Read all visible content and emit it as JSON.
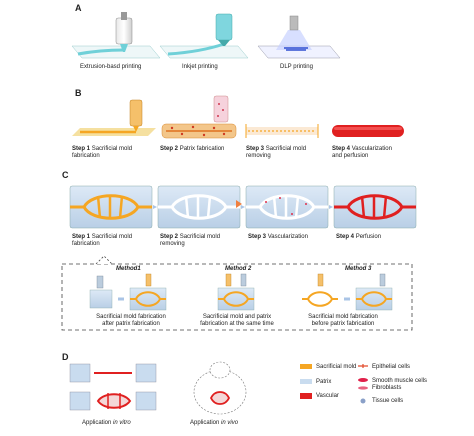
{
  "panels": {
    "a": "A",
    "b": "B",
    "c": "C",
    "d": "D"
  },
  "panel_a": {
    "labels": [
      "Extrusion-basd printing",
      "Inkjet printing",
      "DLP printing"
    ]
  },
  "panel_b": {
    "steps": [
      {
        "step": "Step 1",
        "text1": "Sacrificial mold",
        "text2": "fabrication"
      },
      {
        "step": "Step 2",
        "text1": "Patrix fabrication",
        "text2": ""
      },
      {
        "step": "Step 3",
        "text1": "Sacrificial mold",
        "text2": "removing"
      },
      {
        "step": "Step 4",
        "text1": "Vascularization",
        "text2": "and perfusion"
      }
    ]
  },
  "panel_c": {
    "steps": [
      {
        "step": "Step 1",
        "text1": "Sacrificial mold",
        "text2": "fabrication"
      },
      {
        "step": "Step 2",
        "text1": "Sacrificial mold",
        "text2": "removing"
      },
      {
        "step": "Step 3",
        "text1": "Vascularization",
        "text2": ""
      },
      {
        "step": "Step 4",
        "text1": "Perfusion",
        "text2": ""
      }
    ],
    "methods": [
      {
        "title": "Method1",
        "line1": "Sacrificial mold fabrication",
        "line2": "after patrix fabrication"
      },
      {
        "title": "Method 2",
        "line1": "Sacrificial mold and patrix",
        "line2": "fabrication at the same time"
      },
      {
        "title": "Method 3",
        "line1": "Sacrificial mold fabrication",
        "line2": "before patrix fabrication"
      }
    ]
  },
  "panel_d": {
    "app_vitro_prefix": "Application ",
    "app_vitro_italic": "in vitro",
    "app_vivo_prefix": "Application ",
    "app_vivo_italic": "in vivo",
    "legend": [
      {
        "label": "Sacrificial mold",
        "color": "#f5a623"
      },
      {
        "label": "Patrix",
        "color": "#c9dcef"
      },
      {
        "label": "Vascular",
        "color": "#e02020"
      },
      {
        "label": "Epithelial cells",
        "color": "#e24a2a"
      },
      {
        "label": "Smooth muscle cells",
        "color": "#e0204a"
      },
      {
        "label": "Fibroblasts",
        "color": "#e0204a"
      },
      {
        "label": "Tissue cells",
        "color": "#8aa0c8"
      }
    ]
  },
  "colors": {
    "orange": "#f5a623",
    "red": "#e02020",
    "patrix": "#c9dcef",
    "teal": "#6fd0d8"
  }
}
